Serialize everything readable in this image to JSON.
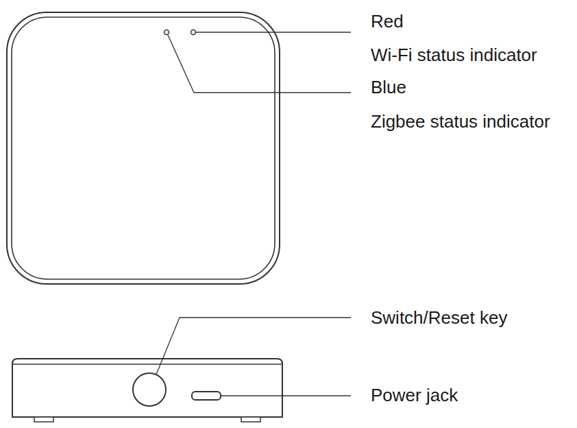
{
  "diagram": {
    "labels": [
      "Red",
      "Wi-Fi status indicator",
      "Blue",
      "Zigbee status indicator",
      "Switch/Reset key",
      "Power jack"
    ]
  }
}
